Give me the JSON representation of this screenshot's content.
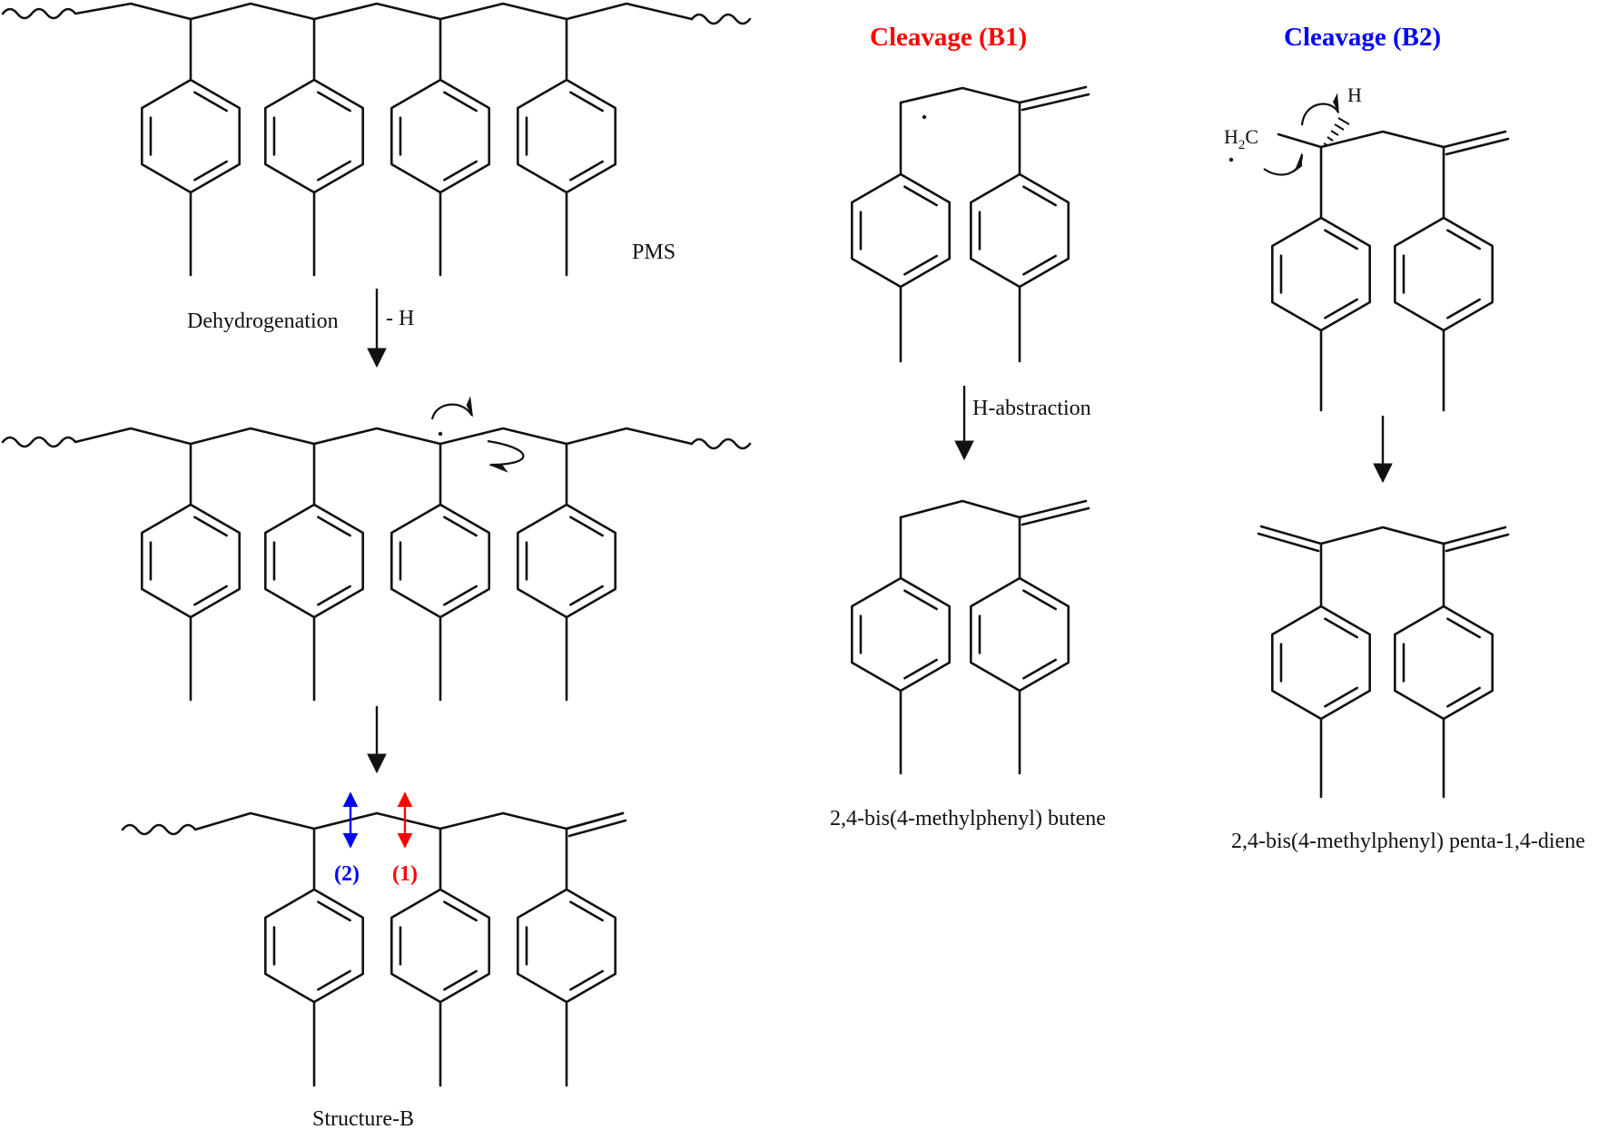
{
  "labels": {
    "pms": "PMS",
    "dehydrogenation": "Dehydrogenation",
    "minus_h": "- H",
    "structure_b": "Structure-B",
    "h_abstraction": "H-abstraction",
    "product_b1": "2,4-bis(4-methylphenyl) butene",
    "product_b2": "2,4-bis(4-methylphenyl) penta-1,4-diene",
    "h2c": "H",
    "h2c_sub": "2",
    "h2c_c": "C",
    "h_atom": "H"
  },
  "cleavage": {
    "b1": "Cleavage (B1)",
    "b2": "Cleavage (B2)",
    "b1_color": "#ff0000",
    "b2_color": "#0000ff"
  },
  "sites": {
    "site2": "(2)",
    "site1": "(1)",
    "site2_color": "#0000ff",
    "site1_color": "#ff0000"
  }
}
